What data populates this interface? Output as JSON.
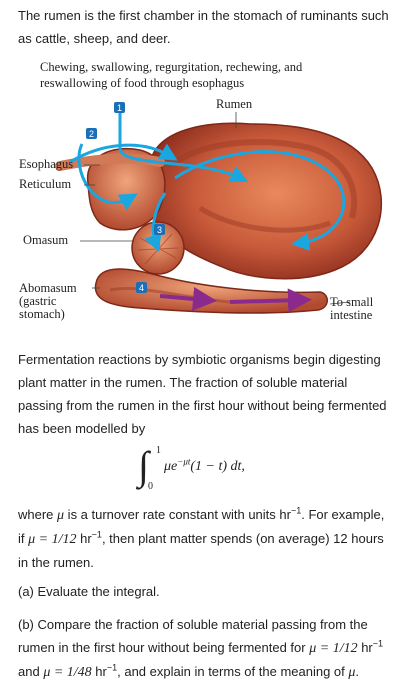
{
  "intro": "The rumen is the first chamber in the stomach of ruminants such as cattle, sheep, and deer.",
  "figure": {
    "caption": "Chewing, swallowing, regurgitation, rechewing, and reswallowing of food through esophagus",
    "labels": {
      "rumen": "Rumen",
      "esophagus": "Esophagus",
      "reticulum": "Reticulum",
      "omasum": "Omasum",
      "abomasum_1": "Abomasum",
      "abomasum_2": "(gastric",
      "abomasum_3": "stomach)",
      "small_1": "To small",
      "small_2": "intestine"
    },
    "steps": [
      "1",
      "2",
      "3",
      "4"
    ],
    "colors": {
      "stomach": "#c85a3a",
      "arrow_blue": "#1aa6e0",
      "arrow_purple": "#8a2a8c",
      "badge": "#1b6fb8"
    }
  },
  "paragraph1": "Fermentation reactions by symbiotic organisms begin digesting plant matter in the rumen. The fraction of soluble material passing from the rumen in the first hour without being fermented has been modelled by",
  "integral": {
    "upper": "1",
    "lower": "0",
    "integrand": "μe",
    "exponent": "−μt",
    "rest": "(1 − t) dt,"
  },
  "paragraph2": {
    "a": "where ",
    "mu": "μ",
    "b": " is a turnover rate constant with units hr",
    "exp": "−1",
    "c": ". For example, if ",
    "eq": "μ = 1/12",
    "d": " hr",
    "exp2": "−1",
    "e": ", then plant matter spends (on average) 12 hours in the rumen."
  },
  "part_a": "(a) Evaluate the integral.",
  "part_b": {
    "a": "(b) Compare the fraction of soluble material passing from the rumen in the first hour without being fermented for ",
    "eq1": "μ = 1/12",
    "b": " hr",
    "exp1": "−1",
    "c": " and ",
    "eq2": "μ = 1/48",
    "d": " hr",
    "exp2": "−1",
    "e": ", and explain in terms of the meaning of ",
    "mu": "μ",
    "f": "."
  }
}
